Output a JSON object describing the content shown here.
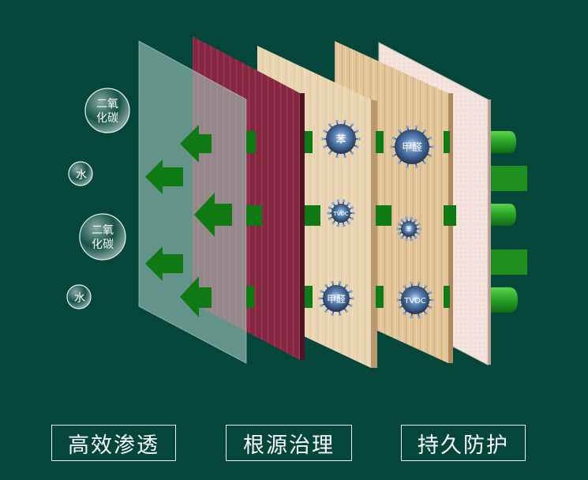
{
  "labels": {
    "co2": "二氧化碳",
    "water": "水",
    "benzene": "苯",
    "formaldehyde": "甲醛",
    "tvoc": "TVOC"
  },
  "badges": {
    "b1": "高效渗透",
    "b2": "根源治理",
    "b3": "持久防护"
  },
  "colors": {
    "background": "#05463a",
    "arrow": "#0f7a14",
    "arrow_bright": "#35b52f",
    "pollutant": "#4a6ea0"
  }
}
